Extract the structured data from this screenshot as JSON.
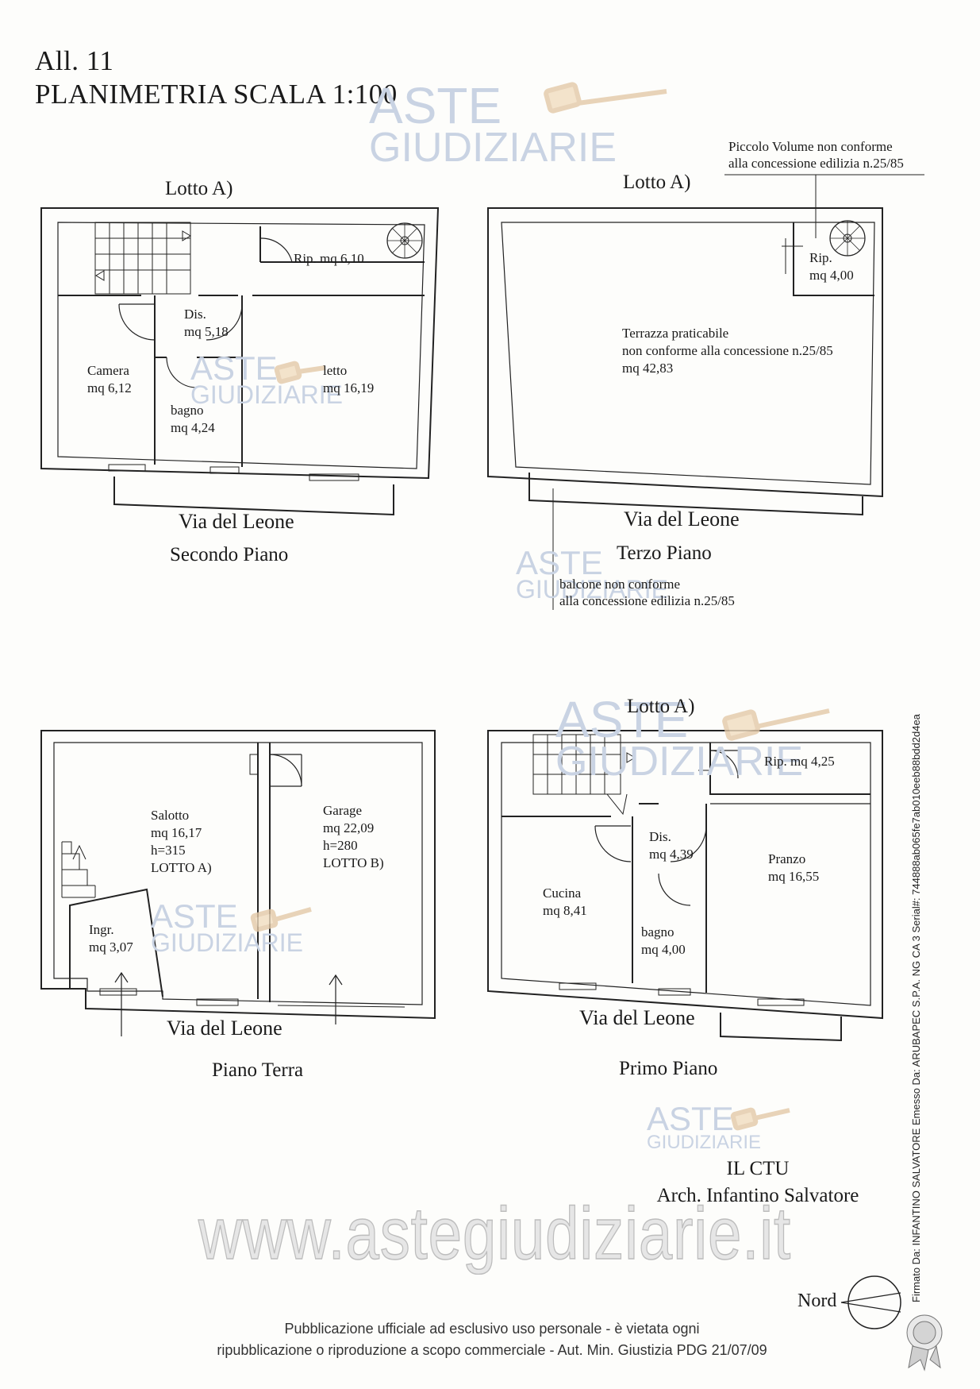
{
  "header": {
    "line1": "All. 11",
    "line2": "PLANIMETRIA SCALA 1:100"
  },
  "watermark": {
    "word1": "ASTE",
    "word2": "GIUDIZIARIE",
    "url": "www.astegiudiziarie.it"
  },
  "plan_second_floor": {
    "lotto": "Lotto A)",
    "rooms": {
      "rip": "Rip. mq 6,10",
      "dis_name": "Dis.",
      "dis_area": "mq 5,18",
      "camera_name": "Camera",
      "camera_area": "mq 6,12",
      "letto_name": "letto",
      "letto_area": "mq 16,19",
      "bagno_name": "bagno",
      "bagno_area": "mq 4,24"
    },
    "street": "Via del Leone",
    "floor": "Secondo Piano"
  },
  "plan_third_floor": {
    "lotto": "Lotto A)",
    "note_top_1": "Piccolo Volume non conforme",
    "note_top_2": "alla concessione edilizia n.25/85",
    "rooms": {
      "rip_name": "Rip.",
      "rip_area": "mq 4,00",
      "terrazza_1": "Terrazza praticabile",
      "terrazza_2": "non conforme alla concessione n.25/85",
      "terrazza_area": "mq 42,83"
    },
    "street": "Via del Leone",
    "floor": "Terzo Piano",
    "note_bottom_1": "balcone non conforme",
    "note_bottom_2": "alla concessione edilizia n.25/85"
  },
  "plan_ground_floor": {
    "rooms": {
      "salotto_name": "Salotto",
      "salotto_area": "mq 16,17",
      "salotto_h": "h=315",
      "salotto_lotto": "LOTTO A)",
      "garage_name": "Garage",
      "garage_area": "mq 22,09",
      "garage_h": "h=280",
      "garage_lotto": "LOTTO B)",
      "ingr_name": "Ingr.",
      "ingr_area": "mq 3,07"
    },
    "street": "Via del Leone",
    "floor": "Piano Terra"
  },
  "plan_first_floor": {
    "lotto": "Lotto A)",
    "rooms": {
      "rip": "Rip. mq 4,25",
      "dis_name": "Dis.",
      "dis_area": "mq 4,39",
      "pranzo_name": "Pranzo",
      "pranzo_area": "mq 16,55",
      "cucina_name": "Cucina",
      "cucina_area": "mq 8,41",
      "bagno_name": "bagno",
      "bagno_area": "mq 4,00"
    },
    "street": "Via del Leone",
    "floor": "Primo Piano"
  },
  "signature": {
    "line1": "IL CTU",
    "line2": "Arch. Infantino Salvatore"
  },
  "north": "Nord",
  "digital_signature": "Firmato Da: INFANTINO SALVATORE Emesso Da: ARUBAPEC S.P.A. NG CA 3 Serial#: 744888ab065fe7ab010eeb88bdd2d4ea",
  "footer": {
    "line1": "Pubblicazione ufficiale ad esclusivo uso personale - è vietata ogni",
    "line2": "ripubblicazione o riproduzione a scopo commerciale - Aut. Min. Giustizia PDG 21/07/09"
  }
}
